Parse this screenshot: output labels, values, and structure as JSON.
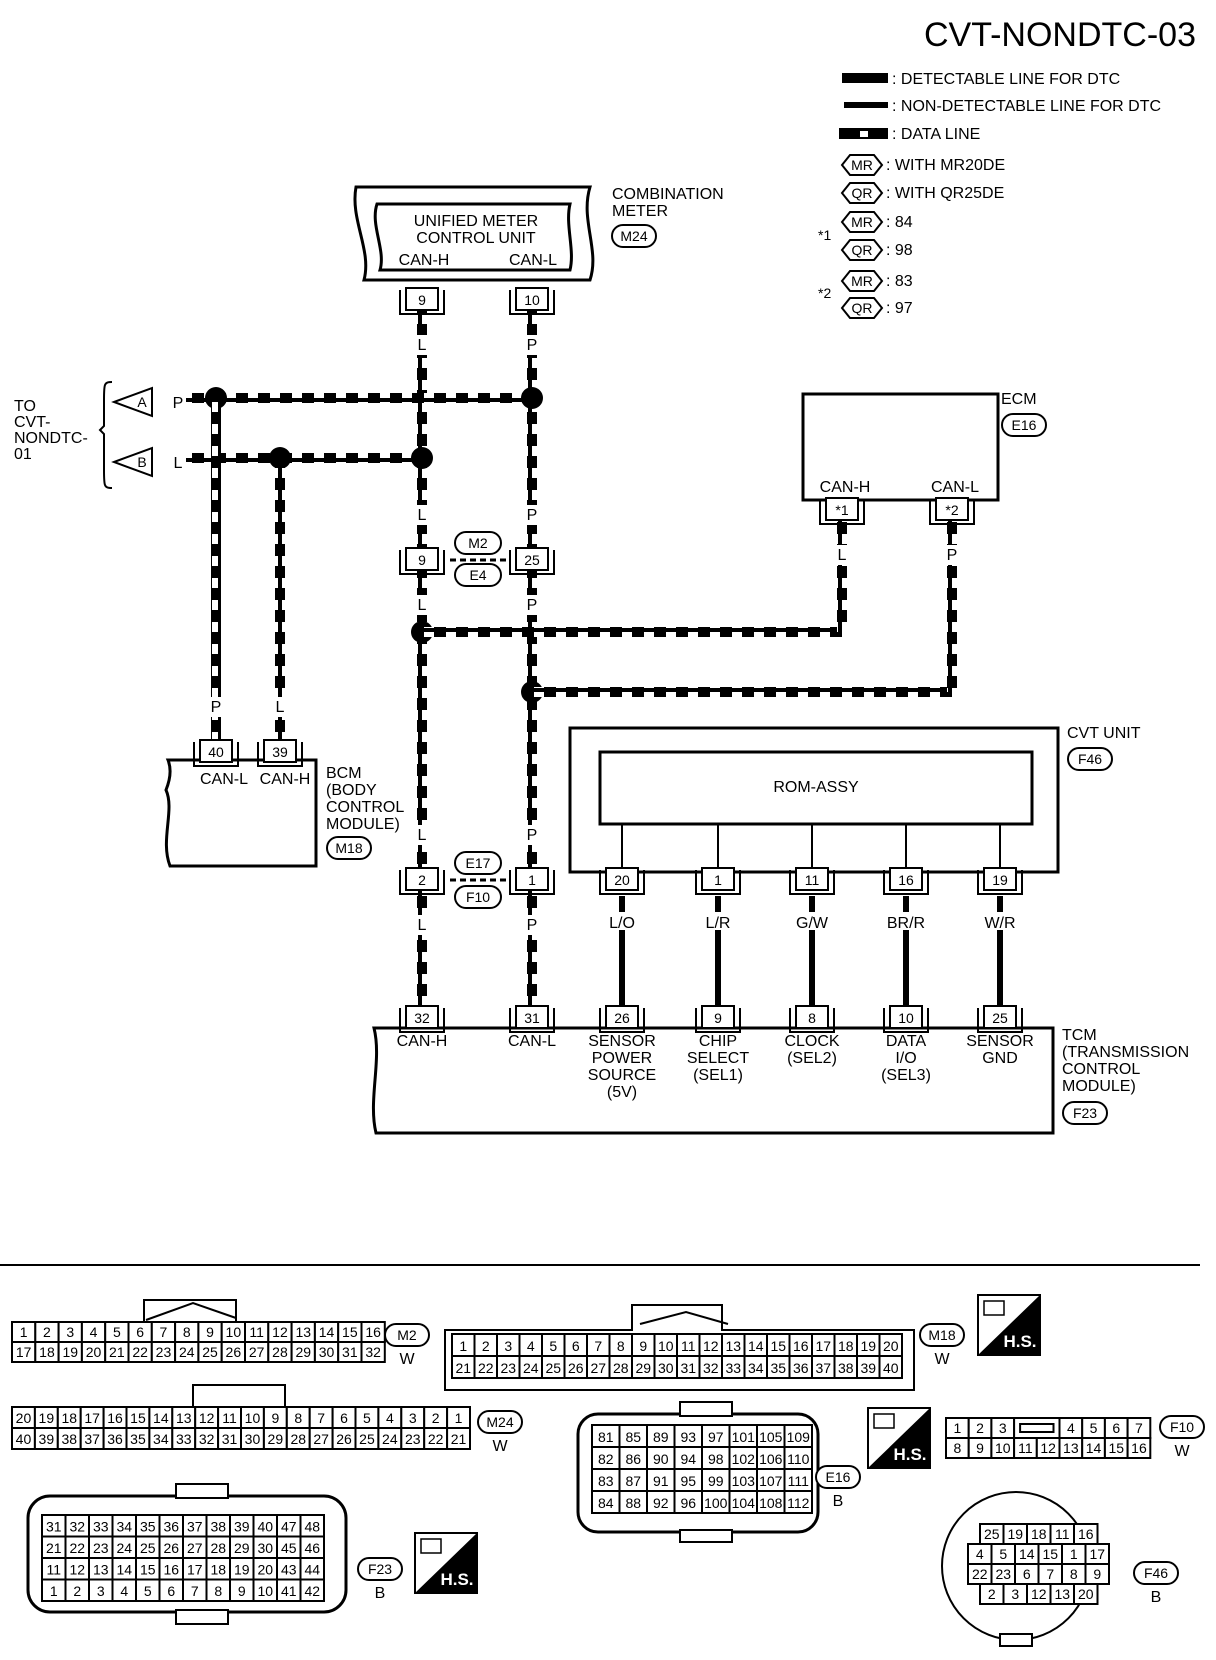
{
  "title": "CVT-NONDTC-03",
  "legend": {
    "detectable": ": DETECTABLE LINE FOR DTC",
    "non_detectable": ": NON-DETECTABLE LINE FOR DTC",
    "data_line": ": DATA LINE",
    "mr_tag": "MR",
    "qr_tag": "QR",
    "mr_desc": ": WITH MR20DE",
    "qr_desc": ": WITH QR25DE",
    "note1_mark": "*1",
    "note1_mr": ": 84",
    "note1_qr": ": 98",
    "note2_mark": "*2",
    "note2_mr": ": 83",
    "note2_qr": ": 97"
  },
  "to_link": {
    "label_lines": [
      "TO",
      "CVT-",
      "NONDTC-",
      "01"
    ],
    "a": "A",
    "b": "B",
    "a_color": "P",
    "b_color": "L"
  },
  "combination_meter": {
    "name_lines": [
      "COMBINATION",
      "METER"
    ],
    "connector": "M24",
    "inner_lines": [
      "UNIFIED METER",
      "CONTROL UNIT"
    ],
    "pin_h_label": "CAN-H",
    "pin_l_label": "CAN-L",
    "pin_h": "9",
    "pin_l": "10",
    "wire_h": "L",
    "wire_l": "P"
  },
  "ecm": {
    "name": "ECM",
    "connector": "E16",
    "pin_h_label": "CAN-H",
    "pin_l_label": "CAN-L",
    "pin_h": "*1",
    "pin_l": "*2",
    "wire_h": "L",
    "wire_l": "P"
  },
  "joint_m2_e4": {
    "top": "M2",
    "bottom": "E4",
    "pin_l": "9",
    "pin_p": "25",
    "wire_l": "L",
    "wire_p": "P"
  },
  "joint_e17_f10": {
    "top": "E17",
    "bottom": "F10",
    "pin_l": "2",
    "pin_p": "1",
    "wire_l": "L",
    "wire_p": "P"
  },
  "bcm": {
    "name_lines": [
      "BCM",
      "(BODY",
      "CONTROL",
      "MODULE)"
    ],
    "connector": "M18",
    "pin_l": "40",
    "pin_h": "39",
    "pin_l_label": "CAN-L",
    "pin_h_label": "CAN-H",
    "wire_l": "P",
    "wire_h": "L"
  },
  "cvt_unit": {
    "name": "CVT UNIT",
    "connector": "F46",
    "inner": "ROM-ASSY",
    "pins": [
      "20",
      "1",
      "11",
      "16",
      "19"
    ],
    "wires": [
      "L/O",
      "L/R",
      "G/W",
      "BR/R",
      "W/R"
    ]
  },
  "tcm": {
    "name_lines": [
      "TCM",
      "(TRANSMISSION",
      "CONTROL",
      "MODULE)"
    ],
    "connector": "F23",
    "pins": [
      {
        "num": "32",
        "label": [
          "CAN-H"
        ],
        "wire": "L"
      },
      {
        "num": "31",
        "label": [
          "CAN-L"
        ],
        "wire": "P"
      },
      {
        "num": "26",
        "label": [
          "SENSOR",
          "POWER",
          "SOURCE",
          "(5V)"
        ]
      },
      {
        "num": "9",
        "label": [
          "CHIP",
          "SELECT",
          "(SEL1)"
        ]
      },
      {
        "num": "8",
        "label": [
          "CLOCK",
          "(SEL2)"
        ]
      },
      {
        "num": "10",
        "label": [
          "DATA",
          "I/O",
          "(SEL3)"
        ]
      },
      {
        "num": "25",
        "label": [
          "SENSOR",
          "GND"
        ]
      }
    ]
  },
  "connectors": {
    "m2": {
      "id": "M2",
      "color": "W",
      "rows": [
        [
          "1",
          "2",
          "3",
          "4",
          "5",
          "6",
          "7",
          "8",
          "9",
          "10",
          "11",
          "12",
          "13",
          "14",
          "15",
          "16"
        ],
        [
          "17",
          "18",
          "19",
          "20",
          "21",
          "22",
          "23",
          "24",
          "25",
          "26",
          "27",
          "28",
          "29",
          "30",
          "31",
          "32"
        ]
      ]
    },
    "m18": {
      "id": "M18",
      "color": "W",
      "rows": [
        [
          "1",
          "2",
          "3",
          "4",
          "5",
          "6",
          "7",
          "8",
          "9",
          "10",
          "11",
          "12",
          "13",
          "14",
          "15",
          "16",
          "17",
          "18",
          "19",
          "20"
        ],
        [
          "21",
          "22",
          "23",
          "24",
          "25",
          "26",
          "27",
          "28",
          "29",
          "30",
          "31",
          "32",
          "33",
          "34",
          "35",
          "36",
          "37",
          "38",
          "39",
          "40"
        ]
      ]
    },
    "m24": {
      "id": "M24",
      "color": "W",
      "rows": [
        [
          "20",
          "19",
          "18",
          "17",
          "16",
          "15",
          "14",
          "13",
          "12",
          "11",
          "10",
          "9",
          "8",
          "7",
          "6",
          "5",
          "4",
          "3",
          "2",
          "1"
        ],
        [
          "40",
          "39",
          "38",
          "37",
          "36",
          "35",
          "34",
          "33",
          "32",
          "31",
          "30",
          "29",
          "28",
          "27",
          "26",
          "25",
          "24",
          "23",
          "22",
          "21"
        ]
      ]
    },
    "e16": {
      "id": "E16",
      "color": "B",
      "rows": [
        [
          "81",
          "85",
          "89",
          "93",
          "97",
          "101",
          "105",
          "109"
        ],
        [
          "82",
          "86",
          "90",
          "94",
          "98",
          "102",
          "106",
          "110"
        ],
        [
          "83",
          "87",
          "91",
          "95",
          "99",
          "103",
          "107",
          "111"
        ],
        [
          "84",
          "88",
          "92",
          "96",
          "100",
          "104",
          "108",
          "112"
        ]
      ]
    },
    "f10": {
      "id": "F10",
      "color": "W",
      "rows": [
        [
          "1",
          "2",
          "3",
          "",
          "4",
          "5",
          "6",
          "7"
        ],
        [
          "8",
          "9",
          "10",
          "11",
          "12",
          "13",
          "14",
          "15",
          "16"
        ]
      ]
    },
    "f23": {
      "id": "F23",
      "color": "B",
      "rows": [
        [
          "31",
          "32",
          "33",
          "34",
          "35",
          "36",
          "37",
          "38",
          "39",
          "40",
          "47",
          "48"
        ],
        [
          "21",
          "22",
          "23",
          "24",
          "25",
          "26",
          "27",
          "28",
          "29",
          "30",
          "45",
          "46"
        ],
        [
          "11",
          "12",
          "13",
          "14",
          "15",
          "16",
          "17",
          "18",
          "19",
          "20",
          "43",
          "44"
        ],
        [
          "1",
          "2",
          "3",
          "4",
          "5",
          "6",
          "7",
          "8",
          "9",
          "10",
          "41",
          "42"
        ]
      ]
    },
    "f46": {
      "id": "F46",
      "color": "B",
      "rows": [
        [
          "25",
          "19",
          "18",
          "11",
          "16"
        ],
        [
          "4",
          "5",
          "14",
          "15",
          "1",
          "17"
        ],
        [
          "22",
          "23",
          "6",
          "7",
          "8",
          "9"
        ],
        [
          "2",
          "3",
          "12",
          "13",
          "20"
        ]
      ]
    }
  },
  "hs_badge": "H.S."
}
